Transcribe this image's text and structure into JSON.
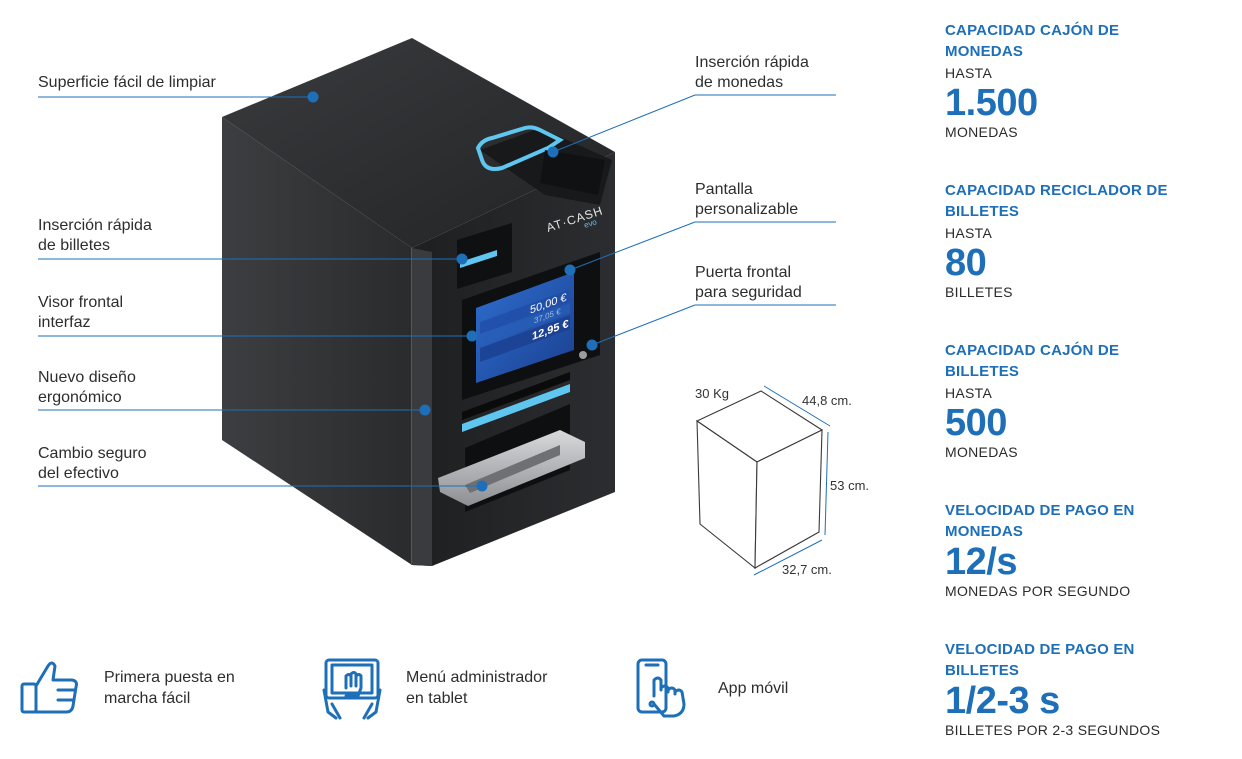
{
  "callouts": {
    "surface": [
      "Superficie fácil de limpiar"
    ],
    "coin_insert": [
      "Inserción rápida",
      "de monedas"
    ],
    "screen": [
      "Pantalla",
      "personalizable"
    ],
    "bill_insert": [
      "Inserción rápida",
      "de billetes"
    ],
    "front_door": [
      "Puerta frontal",
      "para seguridad"
    ],
    "front_display": [
      "Visor frontal",
      "interfaz"
    ],
    "ergonomic": [
      "Nuevo diseño",
      "ergonómico"
    ],
    "cash_change": [
      "Cambio seguro",
      "del efectivo"
    ]
  },
  "machine": {
    "brand": "AT·CASH",
    "brand_sub": "evo",
    "screen_amounts": [
      "50,00 €",
      "37,05 €",
      "12,95 €"
    ]
  },
  "dimensions": {
    "weight": "30 Kg",
    "depth": "44,8 cm.",
    "height": "53 cm.",
    "width": "32,7 cm."
  },
  "features": [
    {
      "icon": "thumbs-up-icon",
      "lines": [
        "Primera puesta en",
        "marcha fácil"
      ]
    },
    {
      "icon": "tablet-hands-icon",
      "lines": [
        "Menú administrador",
        "en tablet"
      ]
    },
    {
      "icon": "mobile-app-icon",
      "lines": [
        "App móvil"
      ]
    }
  ],
  "specs": [
    {
      "title": [
        "CAPACIDAD CAJÓN DE",
        "MONEDAS"
      ],
      "prefix": "HASTA",
      "value": "1.500",
      "unit": "MONEDAS"
    },
    {
      "title": [
        "CAPACIDAD RECICLADOR DE",
        "BILLETES"
      ],
      "prefix": "HASTA",
      "value": "80",
      "unit": "BILLETES"
    },
    {
      "title": [
        "CAPACIDAD CAJÓN DE",
        "BILLETES"
      ],
      "prefix": "HASTA",
      "value": "500",
      "unit": "MONEDAS"
    },
    {
      "title": [
        "VELOCIDAD DE PAGO EN",
        "MONEDAS"
      ],
      "prefix": "",
      "value": "12/s",
      "unit": "MONEDAS POR SEGUNDO"
    },
    {
      "title": [
        "VELOCIDAD DE PAGO EN",
        "BILLETES"
      ],
      "prefix": "",
      "value": "1/2-3 s",
      "unit": "BILLETES POR 2-3 SEGUNDOS"
    }
  ],
  "colors": {
    "accent": "#1e6fb8",
    "machine_body": "#2c2d2f",
    "machine_led": "#5fc6ef"
  }
}
